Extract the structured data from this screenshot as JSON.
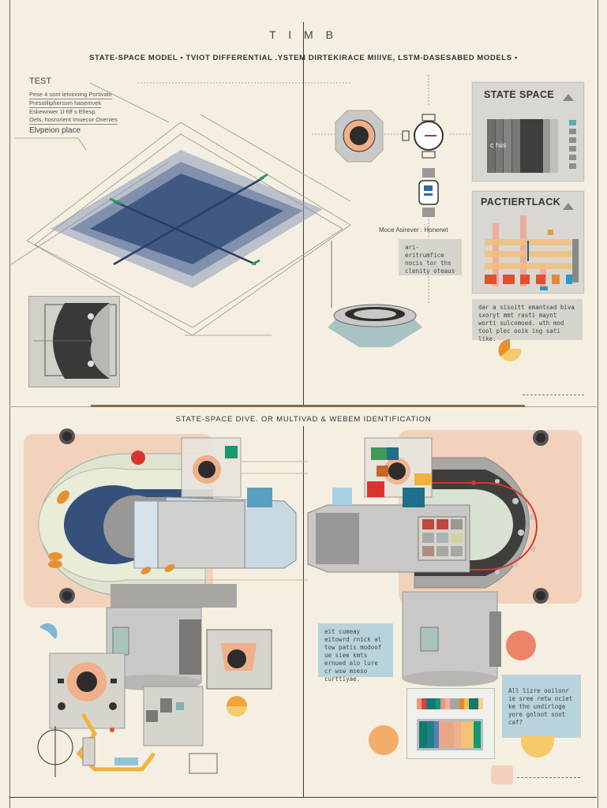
{
  "header": {
    "title": "T I M B",
    "subtitle": "STATE-SPACE MODEL • TVIOT DIFFERENTIAL .YSTEM DIRTEKIRACE MIIIVE, LSTM-DASESABED MODELS •"
  },
  "top_left": {
    "label": "TEST",
    "lines": [
      "Pese 4 sont letvioning Portivate",
      "Presstilipherssm hasemvek",
      "Eskewrwer 1l 6ff s Efiesp",
      "Oels, hosrorient Imuecor Oxenies"
    ],
    "elevation_label": "Elvpeion place"
  },
  "top_right": {
    "state_space_panel": {
      "title": "STATE SPACE",
      "inner_label": "c hiis",
      "colors": [
        "#6f6d69",
        "#7a7874",
        "#858380",
        "#3f3e3c",
        "#9b9995",
        "#c3c0ba"
      ],
      "swatches": [
        "#5fa9b0",
        "#8f8d89",
        "#8f8d89",
        "#8f8d89",
        "#8f8d89",
        "#8f8d89"
      ]
    },
    "pactiertlack_panel": {
      "title": "PACTIERTLACK"
    },
    "moce_label": "Moce Asirever",
    "honenet_label": "Honenet",
    "note1": "ari- eritrumfice nocis tor ths clenity oteaus",
    "note2": "dar a sisoitt emantsad biva sxoryt mmt rasti maynt worti sulcomoed. wth mod tool plec ooik ing sati like."
  },
  "bottom": {
    "subtitle": "STATE-SPACE DIVE. OR MULTIVAD & WEBEM IDENTIFICATION",
    "note_left": "eit cumeay eitowrd rnick al tow patis modoof ue siee kmts ernued alo lure cr wsw mseso curttiyae.",
    "note_right": "All lizre ooilonr ie sree retw ociet ke the undirloge yore goloot soot caf?",
    "palette_strip": [
      "#e89a7a",
      "#d9453a",
      "#127a6e",
      "#1f8c8c",
      "#e89a7a",
      "#f0b59a",
      "#a7a7a2",
      "#e8873a",
      "#f2c24b",
      "#127a6e",
      "#f4d08a"
    ],
    "palette_block": [
      "#127a6e",
      "#1f7f8a",
      "#5a7fb0",
      "#eaa688",
      "#f0b08a",
      "#f4c07a",
      "#f2c66a",
      "#129a74"
    ]
  },
  "colors": {
    "background": "#f5efe2",
    "accent_brown": "#8a6a48",
    "navy": "#35507a",
    "peach": "#f0b08a",
    "teal": "#127a6e",
    "red": "#d9352e",
    "light_blue": "#b8d3dc"
  }
}
